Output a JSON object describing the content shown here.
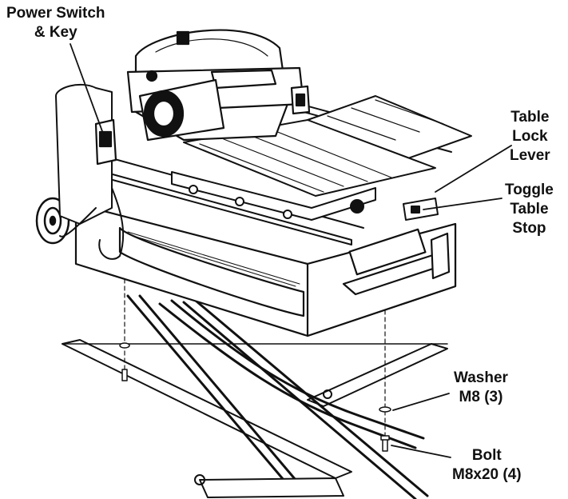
{
  "labels": {
    "power_switch": {
      "line1": "Power Switch",
      "line2": "& Key"
    },
    "table_lock": {
      "line1": "Table",
      "line2": "Lock",
      "line3": "Lever"
    },
    "toggle_stop": {
      "line1": "Toggle",
      "line2": "Table",
      "line3": "Stop"
    },
    "washer": {
      "line1": "Washer",
      "line2": "M8 (3)"
    },
    "bolt": {
      "line1": "Bolt",
      "line2": "M8x20 (4)"
    }
  },
  "colors": {
    "ink": "#111111",
    "background": "#ffffff"
  }
}
